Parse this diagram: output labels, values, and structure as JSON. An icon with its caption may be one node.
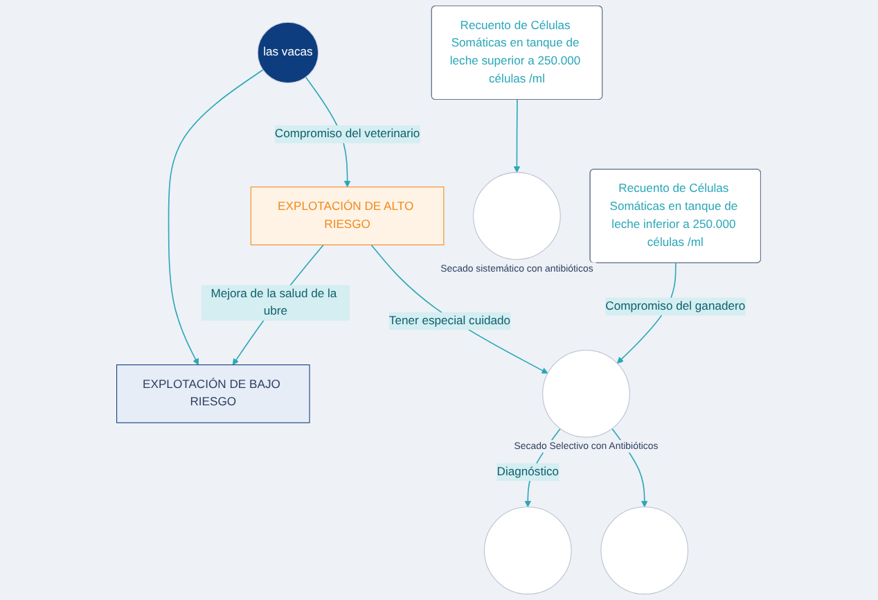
{
  "diagram": {
    "nodes": [
      {
        "text": [
          "las vacas"
        ]
      },
      {
        "text": [
          "EXPLOTACIÓN DE ALTO RIESGO"
        ]
      },
      {
        "text": [
          "EXPLOTACIÓN DE BAJO RIESGO"
        ]
      },
      {
        "text": [
          "Recuento de Células Somáticas en tanque de leche superior a 250.000 células /ml"
        ]
      },
      {
        "text": [
          "Recuento de Células Somáticas en tanque de leche inferior a 250.000 células /ml"
        ]
      },
      {
        "text": [],
        "shape": "circle",
        "beside": [
          "Secado sistemático con antibióticos"
        ]
      },
      {
        "text": [],
        "shape": "circle",
        "beside": [
          "Secado Selectivo con Antibióticos"
        ]
      },
      {
        "text": [],
        "shape": "circle"
      },
      {
        "text": [],
        "shape": "circle"
      }
    ],
    "edges": [
      {
        "from": 0,
        "to": 1,
        "arrow": "to",
        "label": "Compromiso del veterinario"
      },
      {
        "from": 0,
        "to": 2,
        "arrow": "to"
      },
      {
        "from": 1,
        "to": 2,
        "arrow": "to",
        "label": "Mejora de la salud de la ubre"
      },
      {
        "from": 3,
        "to": 5,
        "arrow": "to"
      },
      {
        "from": 1,
        "to": 6,
        "arrow": "to",
        "label": "Tener especial cuidado"
      },
      {
        "from": 4,
        "to": 6,
        "arrow": "to",
        "label": "Compromiso del ganadero"
      },
      {
        "from": 6,
        "to": 7,
        "arrow": "to",
        "label": "Diagnóstico"
      },
      {
        "from": 6,
        "to": 8,
        "arrow": "to"
      }
    ]
  }
}
